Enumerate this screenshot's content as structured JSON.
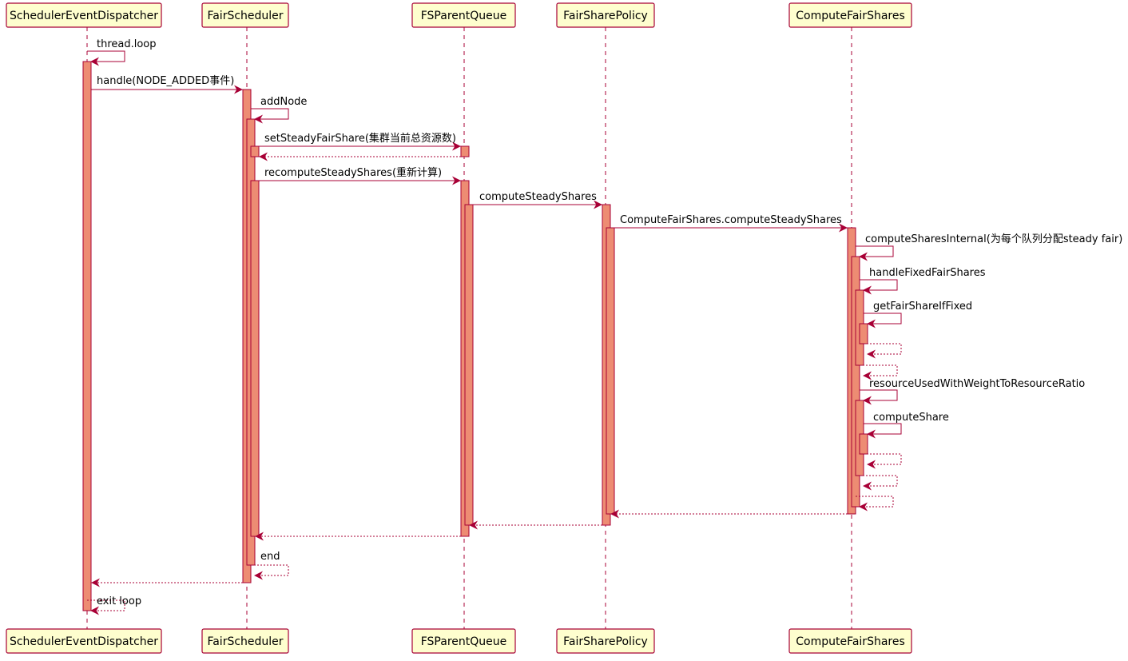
{
  "participants": [
    {
      "id": "sed",
      "label": "SchedulerEventDispatcher"
    },
    {
      "id": "fs",
      "label": "FairScheduler"
    },
    {
      "id": "fpq",
      "label": "FSParentQueue"
    },
    {
      "id": "fsp",
      "label": "FairSharePolicy"
    },
    {
      "id": "cfs",
      "label": "ComputeFairShares"
    }
  ],
  "messages": [
    {
      "id": "m1",
      "from": "sed",
      "to": "sed",
      "label": "thread.loop",
      "kind": "call"
    },
    {
      "id": "m2",
      "from": "sed",
      "to": "fs",
      "label": "handle(NODE_ADDED事件)",
      "kind": "call"
    },
    {
      "id": "m3",
      "from": "fs",
      "to": "fs",
      "label": "addNode",
      "kind": "call"
    },
    {
      "id": "m4",
      "from": "fs",
      "to": "fpq",
      "label": "setSteadyFairShare(集群当前总资源数)",
      "kind": "call"
    },
    {
      "id": "m5",
      "from": "fpq",
      "to": "fs",
      "label": "",
      "kind": "return"
    },
    {
      "id": "m6",
      "from": "fs",
      "to": "fpq",
      "label": "recomputeSteadyShares(重新计算)",
      "kind": "call"
    },
    {
      "id": "m7",
      "from": "fpq",
      "to": "fsp",
      "label": "computeSteadyShares",
      "kind": "call"
    },
    {
      "id": "m8",
      "from": "fsp",
      "to": "cfs",
      "label": "ComputeFairShares.computeSteadyShares",
      "kind": "call"
    },
    {
      "id": "m9",
      "from": "cfs",
      "to": "cfs",
      "label": "computeSharesInternal(为每个队列分配steady fair)",
      "kind": "call"
    },
    {
      "id": "m10",
      "from": "cfs",
      "to": "cfs",
      "label": "handleFixedFairShares",
      "kind": "call"
    },
    {
      "id": "m11",
      "from": "cfs",
      "to": "cfs",
      "label": "getFairShareIfFixed",
      "kind": "call"
    },
    {
      "id": "m12",
      "from": "cfs",
      "to": "cfs",
      "label": "",
      "kind": "return"
    },
    {
      "id": "m13",
      "from": "cfs",
      "to": "cfs",
      "label": "",
      "kind": "return"
    },
    {
      "id": "m14",
      "from": "cfs",
      "to": "cfs",
      "label": "resourceUsedWithWeightToResourceRatio",
      "kind": "call"
    },
    {
      "id": "m15",
      "from": "cfs",
      "to": "cfs",
      "label": "computeShare",
      "kind": "call"
    },
    {
      "id": "m16",
      "from": "cfs",
      "to": "cfs",
      "label": "",
      "kind": "return"
    },
    {
      "id": "m17",
      "from": "cfs",
      "to": "cfs",
      "label": "",
      "kind": "return"
    },
    {
      "id": "m18",
      "from": "cfs",
      "to": "cfs",
      "label": "",
      "kind": "return"
    },
    {
      "id": "m19",
      "from": "cfs",
      "to": "fsp",
      "label": "",
      "kind": "return"
    },
    {
      "id": "m20",
      "from": "fsp",
      "to": "fpq",
      "label": "",
      "kind": "return"
    },
    {
      "id": "m21",
      "from": "fpq",
      "to": "fs",
      "label": "",
      "kind": "return"
    },
    {
      "id": "m22",
      "from": "fs",
      "to": "fs",
      "label": "end",
      "kind": "return"
    },
    {
      "id": "m23",
      "from": "fs",
      "to": "sed",
      "label": "",
      "kind": "return"
    },
    {
      "id": "m24",
      "from": "sed",
      "to": "sed",
      "label": "exit loop",
      "kind": "return"
    }
  ],
  "colors": {
    "border": "#A80036",
    "participant_fill": "#FEFECE",
    "activation_fill": "#ED8C73"
  }
}
